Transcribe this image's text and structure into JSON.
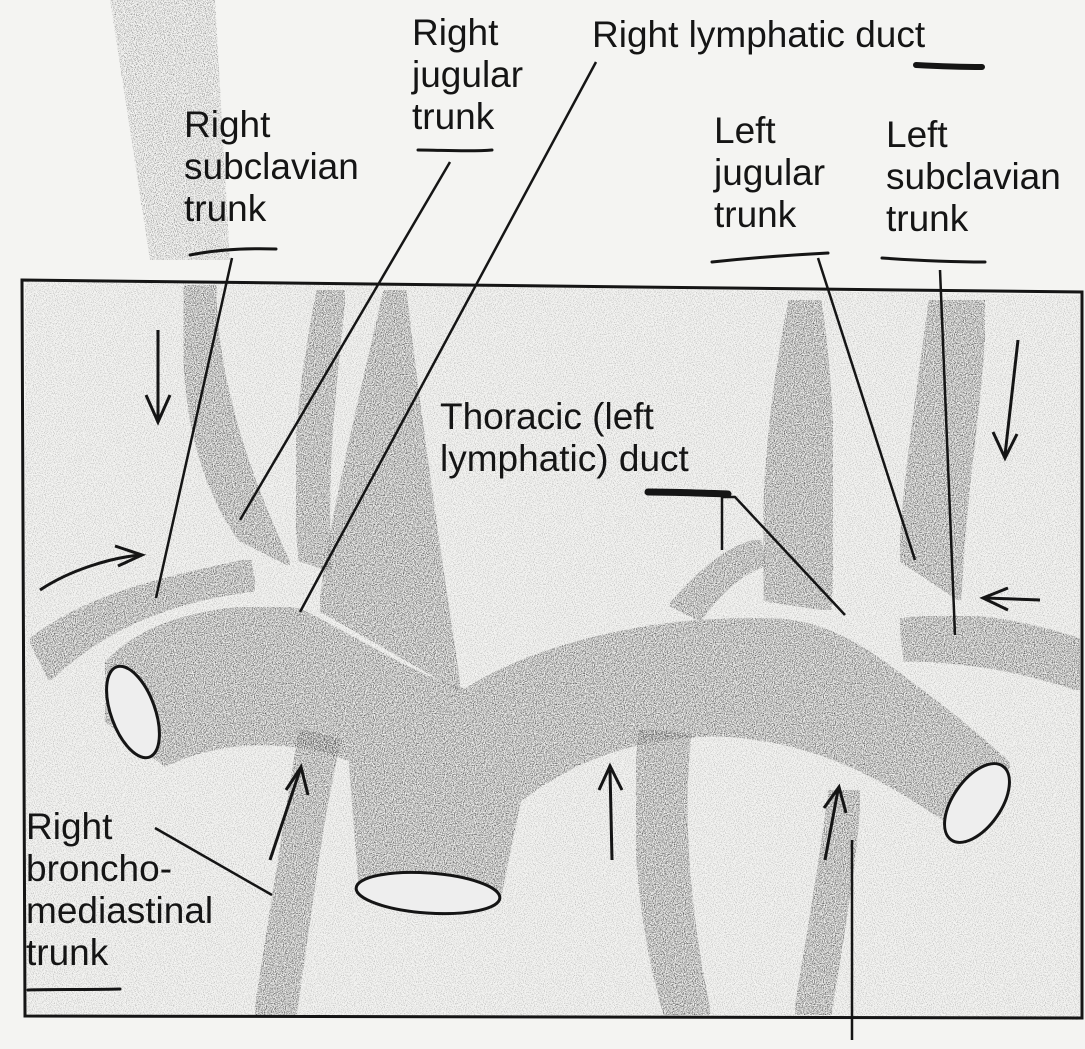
{
  "labels": {
    "right_subclavian_trunk": [
      "Right",
      "subclavian",
      "trunk"
    ],
    "right_jugular_trunk": [
      "Right",
      "jugular",
      "trunk"
    ],
    "right_lymphatic_duct": [
      "Right lymphatic duct"
    ],
    "left_jugular_trunk": [
      "Left",
      "jugular",
      "trunk"
    ],
    "left_subclavian_trunk": [
      "Left",
      "subclavian",
      "trunk"
    ],
    "thoracic_duct": [
      "Thoracic (left",
      "lymphatic) duct"
    ],
    "right_bronchomediastinal_trunk": [
      "Right",
      "broncho-",
      "mediastinal",
      "trunk"
    ]
  },
  "colors": {
    "ink": "#151515",
    "paper": "#f4f4f2",
    "stipple": "#4a4a4a"
  }
}
